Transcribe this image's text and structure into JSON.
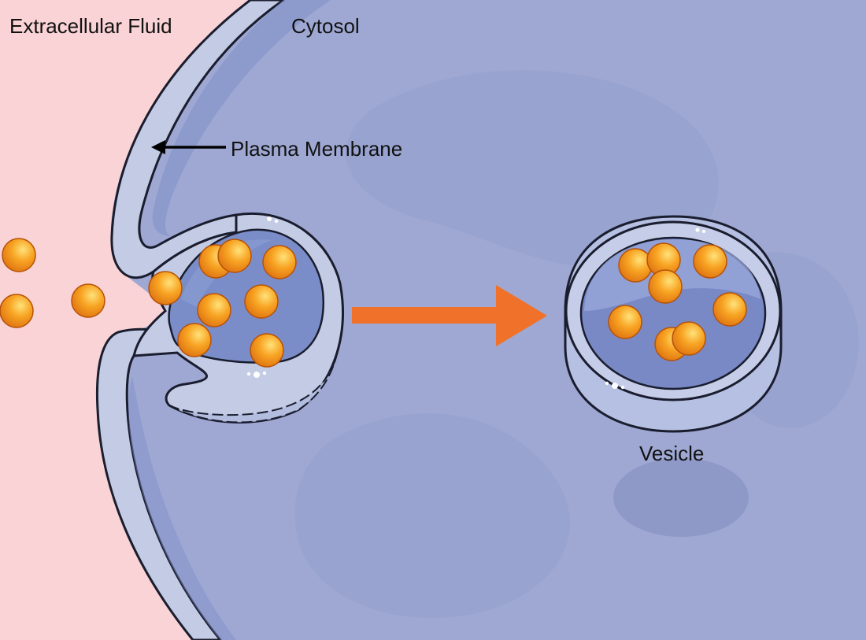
{
  "labels": {
    "extracellular_fluid": "Extracellular Fluid",
    "cytosol": "Cytosol",
    "plasma_membrane": "Plasma Membrane",
    "vesicle": "Vesicle"
  },
  "colors": {
    "extracellular": "#f9d3d6",
    "cytosol": "#9ea8d3",
    "membrane_fill": "#c3cbe5",
    "membrane_outline": "#1a1d2e",
    "inner_fluid": "#7b8dc9",
    "particle": "#f59a1f",
    "arrow": "#f0712a"
  },
  "icons": {
    "pointer": "left-arrow-icon",
    "process": "right-arrow-icon",
    "cargo": "sphere-particle-icon"
  }
}
